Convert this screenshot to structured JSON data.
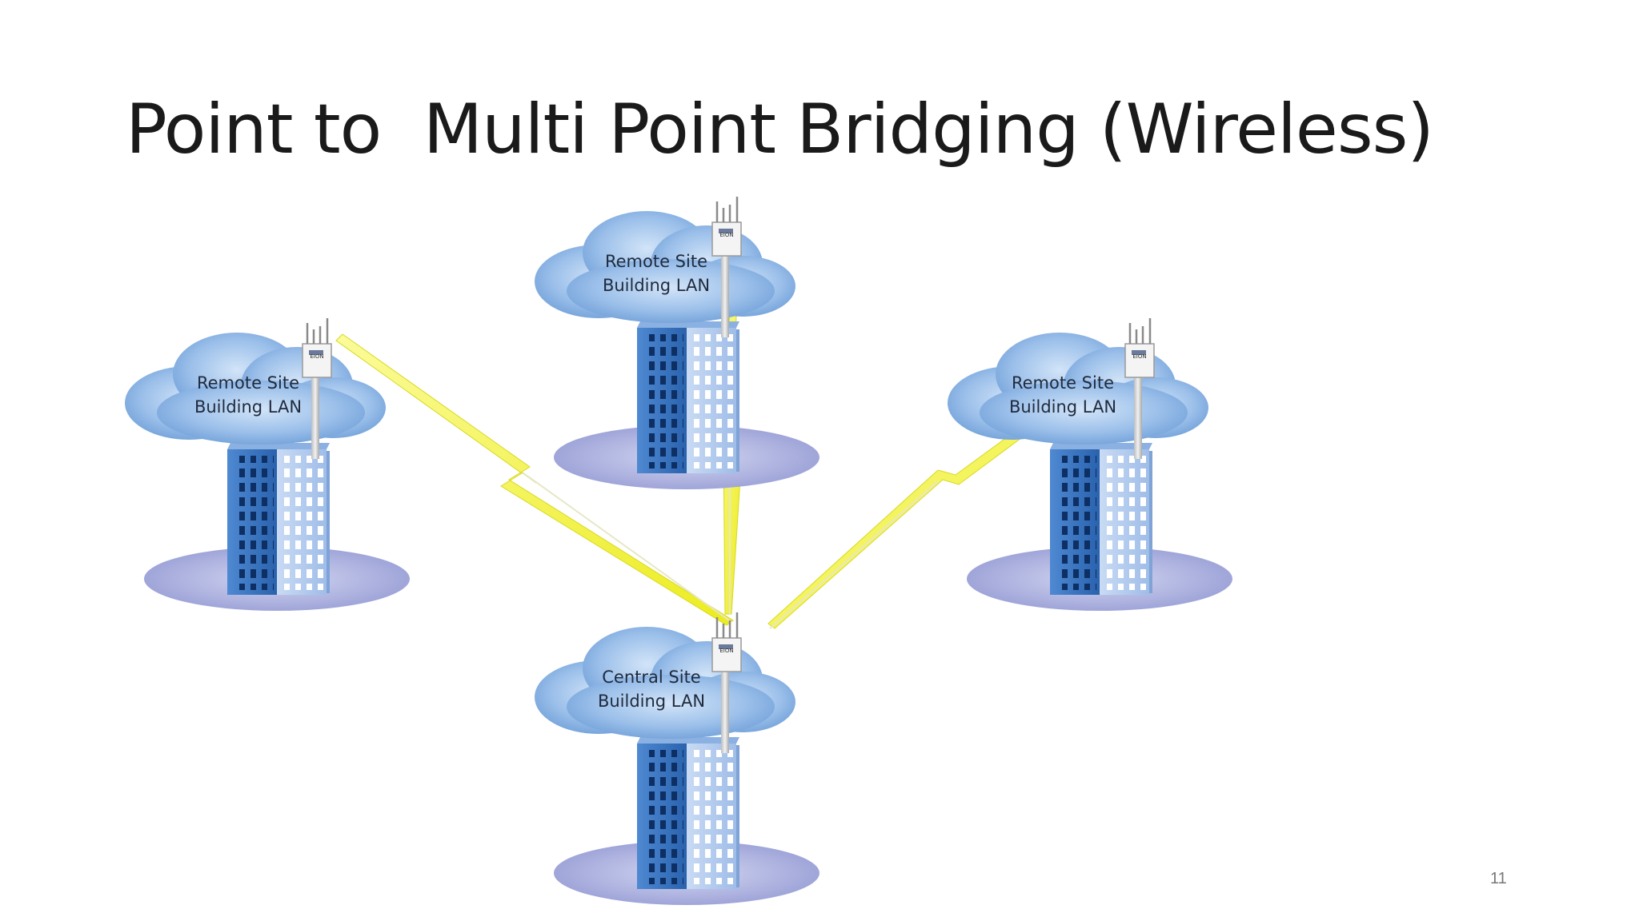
{
  "slide": {
    "title": "Point to  Multi Point Bridging (Wireless)",
    "page_number": "11"
  },
  "nodes": [
    {
      "id": "top",
      "line1": "Remote Site",
      "line2": "Building LAN",
      "radio_brand": "EION"
    },
    {
      "id": "left",
      "line1": "Remote Site",
      "line2": "Building LAN",
      "radio_brand": "EION"
    },
    {
      "id": "right",
      "line1": "Remote Site",
      "line2": "Building LAN",
      "radio_brand": "EION"
    },
    {
      "id": "central",
      "line1": "Central Site",
      "line2": "Building LAN",
      "radio_brand": "EION"
    }
  ],
  "links": [
    {
      "from": "central",
      "to": "left"
    },
    {
      "from": "central",
      "to": "top"
    },
    {
      "from": "central",
      "to": "right"
    }
  ],
  "colors": {
    "cloud": "#88b4e6",
    "cloud_light": "#c3dbf5",
    "building_dark": "#2e6bb8",
    "building_light": "#a9c6ec",
    "ground": "#a7acdc",
    "lightning": "#f2f231",
    "text": "#1f2a3c"
  }
}
